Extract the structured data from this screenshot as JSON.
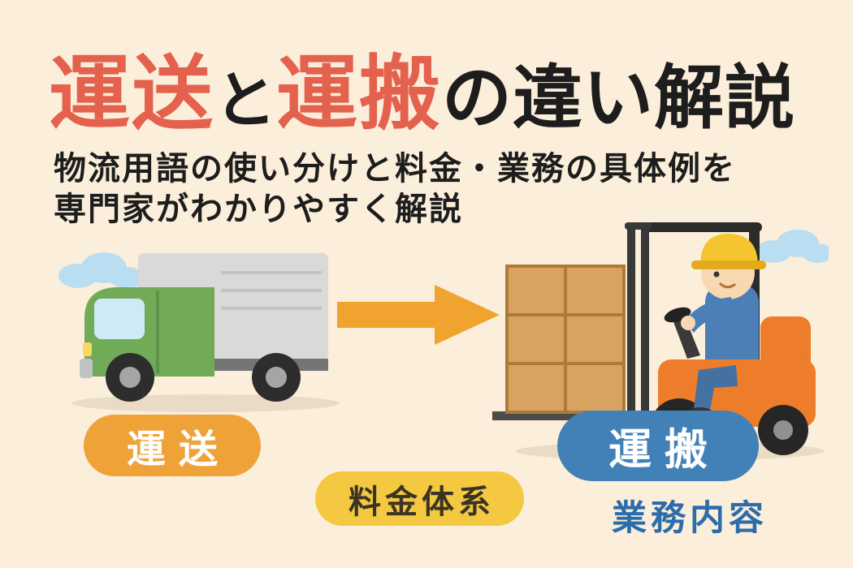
{
  "page": {
    "background": "#fbeeda"
  },
  "title": {
    "term1": "運送",
    "connector": "と",
    "term2": "運搬",
    "suffix": "の違い解説",
    "accent_color": "#e4614d",
    "text_color": "#1d1d1d"
  },
  "subtitle": {
    "line1": "物流用語の使い分けと料金・業務の具体例を",
    "line2": "専門家がわかりやすく解説"
  },
  "scene": {
    "truck_label": {
      "text": "運送",
      "bg": "#efa238",
      "color": "#ffffff"
    },
    "pricing_label": {
      "text": "料金体系",
      "bg": "#f4c841",
      "color": "#3a3423"
    },
    "forklift_label": {
      "text": "運搬",
      "bg": "#4181b8",
      "color": "#ffffff"
    },
    "work_label": {
      "text": "業務内容",
      "color": "#2b6cab"
    },
    "icons": {
      "truck": "green-delivery-truck-illustration",
      "arrow": "orange-right-arrow",
      "forklift": "forklift-operator-with-boxes-illustration"
    },
    "arrow_color": "#f1a32f"
  }
}
